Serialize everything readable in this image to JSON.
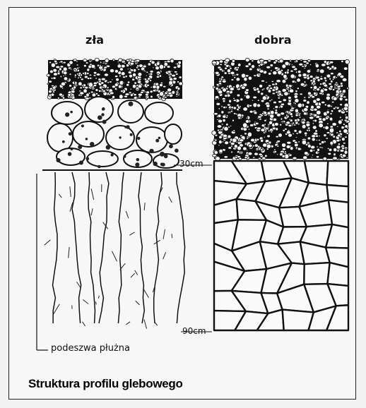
{
  "labels": {
    "left_profile": "zła",
    "right_profile": "dobra",
    "depth_30": "30cm",
    "depth_90": "90cm",
    "plough_pan": "podeszwa płużna"
  },
  "caption": "Struktura profilu glebowego"
}
